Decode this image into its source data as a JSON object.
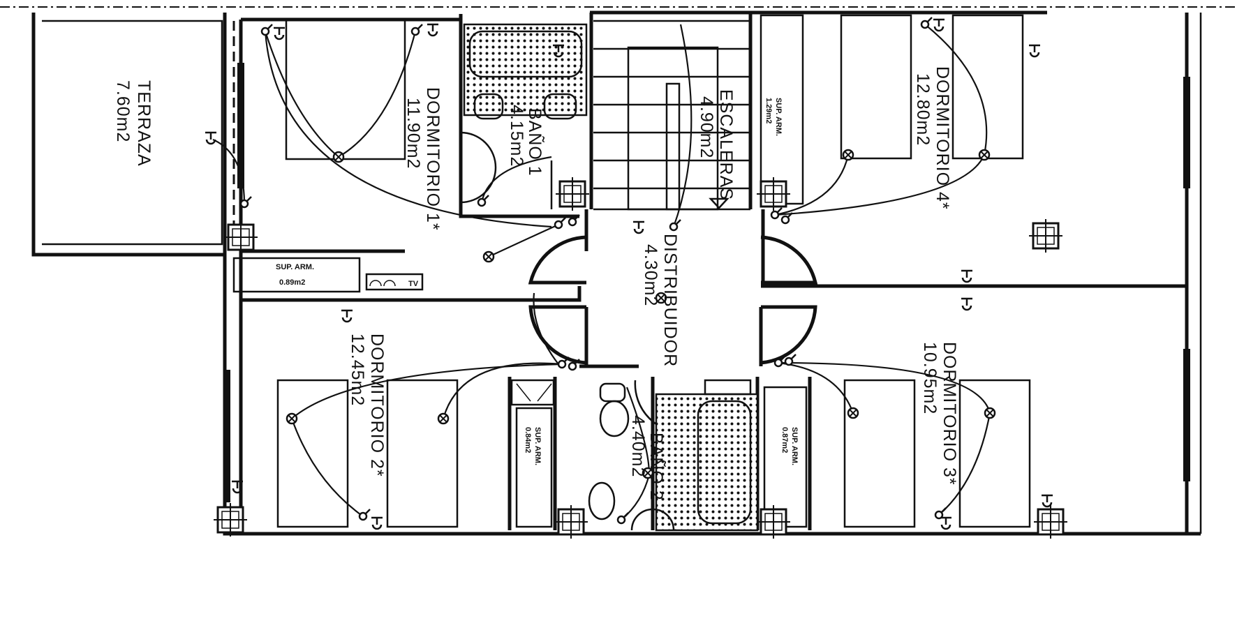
{
  "plan": {
    "rooms": [
      {
        "name": "TERRAZA",
        "area": "7.60m2"
      },
      {
        "name": "DORMITORIO 1*",
        "area": "11.90m2"
      },
      {
        "name": "BAÑO 1",
        "area": "4.15m2"
      },
      {
        "name": "ESCALERAS",
        "area": "4.90m2"
      },
      {
        "name": "DORMITORIO 4*",
        "area": "12.80m2"
      },
      {
        "name": "DISTRIBUIDOR",
        "area": "4.30m2"
      },
      {
        "name": "DORMITORIO 2*",
        "area": "12.45m2"
      },
      {
        "name": "BAÑO 2",
        "area": "4.40m2"
      },
      {
        "name": "DORMITORIO 3*",
        "area": "10.95m2"
      }
    ],
    "closets": [
      {
        "name": "SUP. ARM.",
        "area": "1.29m2"
      },
      {
        "name": "SUP. ARM.",
        "area": "0.89m2"
      },
      {
        "name": "SUP. ARM.",
        "area": "0.84m2"
      },
      {
        "name": "SUP. ARM.",
        "area": "0.87m2"
      }
    ],
    "tv_label": "TV"
  }
}
